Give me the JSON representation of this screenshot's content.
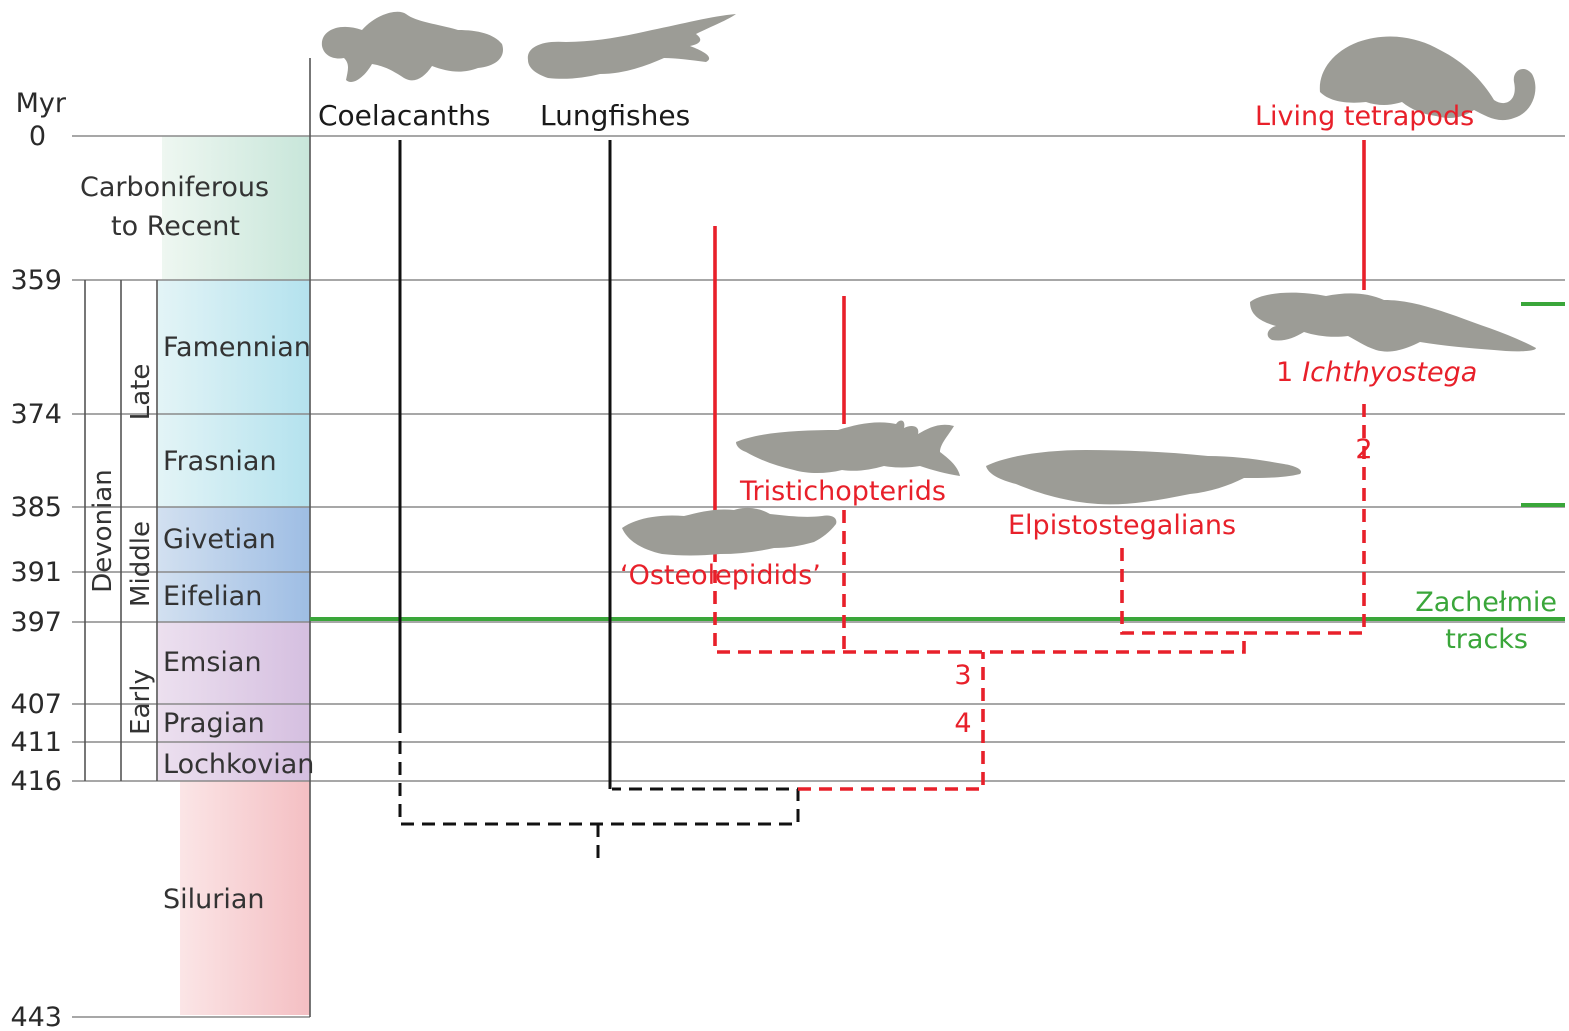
{
  "axis": {
    "unit": "Myr",
    "ticks": [
      "0",
      "359",
      "374",
      "385",
      "391",
      "397",
      "407",
      "411",
      "416",
      "443"
    ]
  },
  "periods": {
    "carboniferous_line1": "Carboniferous",
    "carboniferous_line2": "to Recent",
    "devonian": "Devonian",
    "late": "Late",
    "middle": "Middle",
    "early": "Early",
    "famennian": "Famennian",
    "frasnian": "Frasnian",
    "givetian": "Givetian",
    "eifelian": "Eifelian",
    "emsian": "Emsian",
    "pragian": "Pragian",
    "lochkovian": "Lochkovian",
    "silurian": "Silurian"
  },
  "colors": {
    "carboniferous_band": "#d9ede3",
    "late_devonian_band": "#c9e9f0",
    "middle_devonian_band": "#b3c9e8",
    "early_devonian_band": "#e0cfe6",
    "silurian_band": "#f6c9cc",
    "red_lineage": "#e8202a",
    "black_lineage": "#111111",
    "tracks_green": "#3aa63a",
    "silhouette": "#9c9c96"
  },
  "taxa": {
    "coelacanths": "Coelacanths",
    "lungfishes": "Lungfishes",
    "living_tetrapods": "Living tetrapods",
    "ichthyostega_number": "1",
    "ichthyostega_name": "Ichthyostega",
    "tristichopterids": "Tristichopterids",
    "elpistostegalians": "Elpistostegalians",
    "osteolepidids": "‘Osteolepidids’",
    "tracks_line1": "Zachełmie",
    "tracks_line2": "tracks"
  },
  "nodes": {
    "n2": "2",
    "n3": "3",
    "n4": "4"
  },
  "icons": [
    "coelacanth-icon",
    "lungfish-icon",
    "salamander-icon",
    "ichthyostega-icon",
    "tristichopterid-icon",
    "elpistostegalian-icon",
    "osteolepidid-icon"
  ]
}
